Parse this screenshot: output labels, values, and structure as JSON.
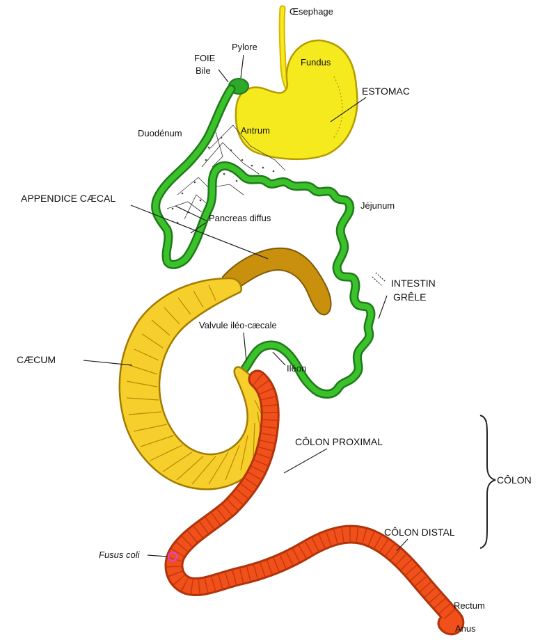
{
  "labels": {
    "oesophage": "Œsephage",
    "pylore": "Pylore",
    "foie": "FOIE",
    "bile": "Bile",
    "fundus": "Fundus",
    "estomac": "ESTOMAC",
    "duodenum": "Duodénum",
    "antrum": "Antrum",
    "appendice": "APPENDICE CÆCAL",
    "jejunum": "Jéjunum",
    "pancreas": "Pancreas diffus",
    "intestin": "INTESTIN",
    "grele": "GRÊLE",
    "valvule": "Valvule iléo-cæcale",
    "caecum": "CÆCUM",
    "ileon": "Iléon",
    "colon_proximal": "CÔLON PROXIMAL",
    "colon": "CÔLON",
    "colon_distal": "CÔLON DISTAL",
    "fusus_coli": "Fusus coli",
    "rectum": "Rectum",
    "anus": "Anus"
  },
  "colors": {
    "stomach_yellow": "#f5ea1e",
    "caecum_yellow": "#f7cf2c",
    "appendix_brown": "#c9900e",
    "intestine_green": "#3bc12a",
    "pylorus_green": "#2ea82a",
    "colon_orange": "#f2501a",
    "fusus_pink": "#e040e0"
  }
}
